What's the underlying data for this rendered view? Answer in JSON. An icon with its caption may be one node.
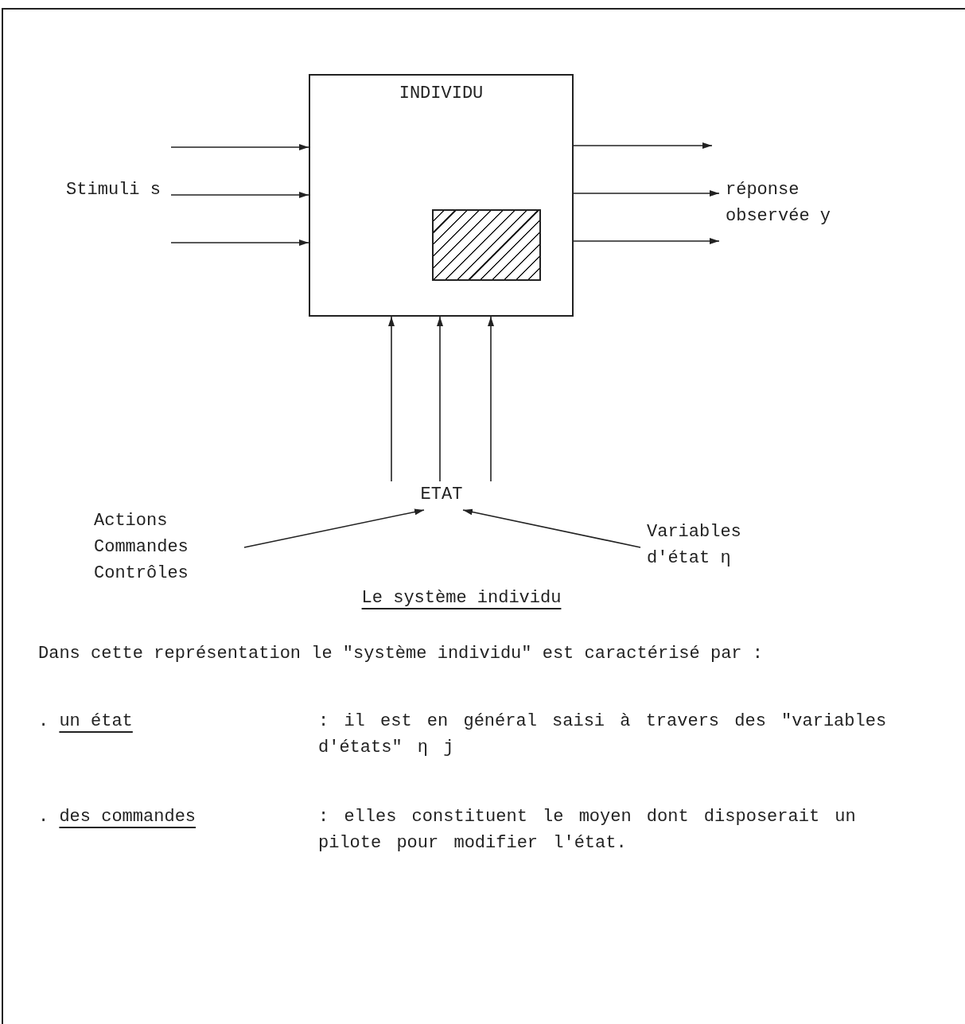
{
  "diagram": {
    "caption": "Le système individu",
    "nodes": [
      {
        "text": [
          "INDIVIDU"
        ]
      },
      {
        "text": [],
        "shape": "box",
        "in": 0
      },
      {
        "text": [
          "ETAT"
        ]
      },
      {
        "text": [
          "Actions Commandes Contrôles"
        ]
      },
      {
        "text": [
          "Variables d'état η"
        ]
      },
      {
        "text": [
          "Stimuli s"
        ]
      },
      {
        "text": [
          "réponse observée y"
        ]
      }
    ],
    "edges": [
      {
        "from": null,
        "to": 0,
        "arrow": "to"
      },
      {
        "from": 5,
        "to": 0,
        "arrow": "to"
      },
      {
        "from": null,
        "to": 0,
        "arrow": "to"
      },
      {
        "from": 0,
        "to": null,
        "arrow": "to"
      },
      {
        "from": 0,
        "to": 6,
        "arrow": "to"
      },
      {
        "from": 0,
        "to": 6,
        "arrow": "to"
      },
      {
        "from": 2,
        "to": 0,
        "arrow": "to"
      },
      {
        "from": 2,
        "to": 0,
        "arrow": "to"
      },
      {
        "from": 2,
        "to": 0,
        "arrow": "to"
      },
      {
        "from": 3,
        "to": 2,
        "arrow": "to"
      },
      {
        "from": 4,
        "to": 2,
        "arrow": "to"
      }
    ],
    "labels": [
      "Dans cette représentation le \"système individu\" est caractérisé par :",
      ". un état",
      ": il est en général saisi à travers des \"variables d'états\" η j",
      ". des commandes",
      ": elles constituent le moyen dont disposerait un pilote pour modifier l'état."
    ]
  }
}
